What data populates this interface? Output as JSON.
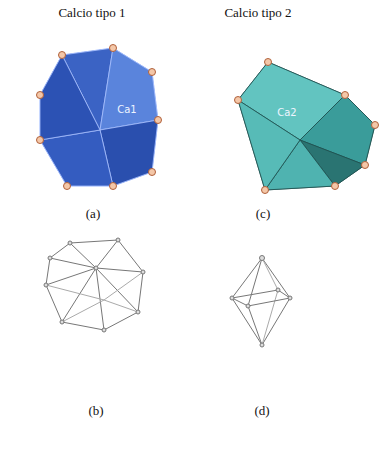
{
  "diagram": {
    "labels": [
      "Calcio tipo 1",
      "Calcio tipo 2",
      "Ca1",
      "Ca2",
      "(a)",
      "(c)",
      "(b)",
      "(d)"
    ]
  }
}
